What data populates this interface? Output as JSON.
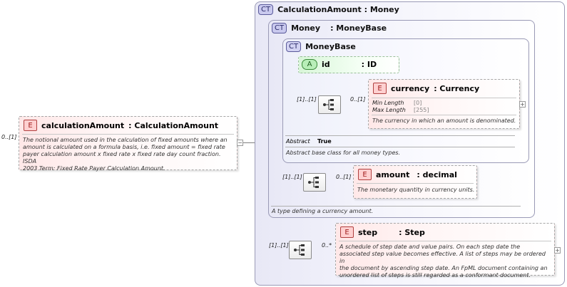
{
  "root_element": {
    "occurs": "0..[1]",
    "badge": "E",
    "name": "calculationAmount",
    "type": ": CalculationAmount",
    "doc": [
      "The notional amount used in the calculation of fixed amounts where an",
      "amount is calculated on a formula basis, i.e. fixed amount = fixed rate",
      "payer calculation amount x fixed rate x fixed rate day count fraction. ISDA",
      "2003 Term: Fixed Rate Payer Calculation Amount."
    ]
  },
  "calculation_amount_type": {
    "badge": "CT",
    "title": "CalculationAmount : Money",
    "doc": "A type defining a currency amount.",
    "step_sequence_occurs": "[1]..[1]",
    "step": {
      "occurs": "0..*",
      "badge": "E",
      "name": "step",
      "type": ": Step",
      "doc": [
        "A schedule of step date and value pairs. On each step date the",
        "associated step value becomes effective. A list of steps may be ordered in",
        "the document by ascending step date. An FpML document containing an",
        "unordered list of steps is still regarded as a conformant document."
      ]
    }
  },
  "money_type": {
    "badge": "CT",
    "name": "Money",
    "type": ": MoneyBase",
    "amount_sequence_occurs": "[1]..[1]",
    "amount": {
      "occurs": "0..[1]",
      "badge": "E",
      "name": "amount",
      "type": ": decimal",
      "doc": "The monetary quantity in currency units."
    }
  },
  "money_base_type": {
    "badge": "CT",
    "title": "MoneyBase",
    "attribute": {
      "badge": "A",
      "name": "id",
      "type": ": ID"
    },
    "currency_sequence_occurs": "[1]..[1]",
    "currency": {
      "occurs": "0..[1]",
      "badge": "E",
      "name": "currency",
      "type": ": Currency",
      "facets": [
        {
          "key": "Min Length",
          "value": "[0]"
        },
        {
          "key": "Max Length",
          "value": "[255]"
        }
      ],
      "doc": "The currency in which an amount is denominated."
    },
    "abstract_key": "Abstract",
    "abstract_value": "True",
    "doc": "Abstract base class for all money types."
  },
  "colors": {
    "element_badge": "#ffd0d0",
    "attribute_badge": "#b8eeb8",
    "complex_type_badge": "#c9c9ee"
  }
}
